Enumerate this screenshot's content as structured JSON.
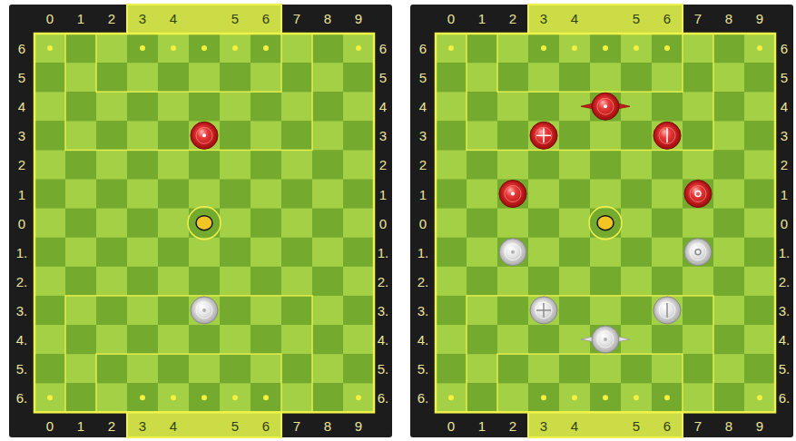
{
  "diagram": {
    "labels": [
      "0",
      "1",
      "2",
      "3",
      "4",
      "5",
      "6",
      "7",
      "8",
      "9",
      "0",
      "1",
      "2",
      "3",
      "4",
      "5",
      "6",
      "7",
      "8",
      "9",
      "6",
      "6",
      "6",
      "6",
      "5",
      "5",
      "5",
      "5",
      "4",
      "4",
      "4",
      "4",
      "3",
      "3",
      "3",
      "3",
      "2",
      "2",
      "2",
      "2",
      "1",
      "1",
      "1",
      "1",
      "0",
      "0",
      "0",
      "0",
      "1.",
      "1.",
      "1.",
      "1.",
      "2.",
      "2.",
      "2.",
      "2.",
      "3.",
      "3.",
      "3.",
      "3.",
      "4.",
      "4.",
      "4.",
      "4.",
      "5.",
      "5.",
      "5.",
      "5.",
      "6.",
      "6.",
      "6.",
      "6.",
      "0",
      "1",
      "2",
      "3",
      "4",
      "5",
      "6",
      "7",
      "8",
      "9",
      "0",
      "1",
      "2",
      "3",
      "4",
      "5",
      "6",
      "7",
      "8",
      "9"
    ]
  }
}
